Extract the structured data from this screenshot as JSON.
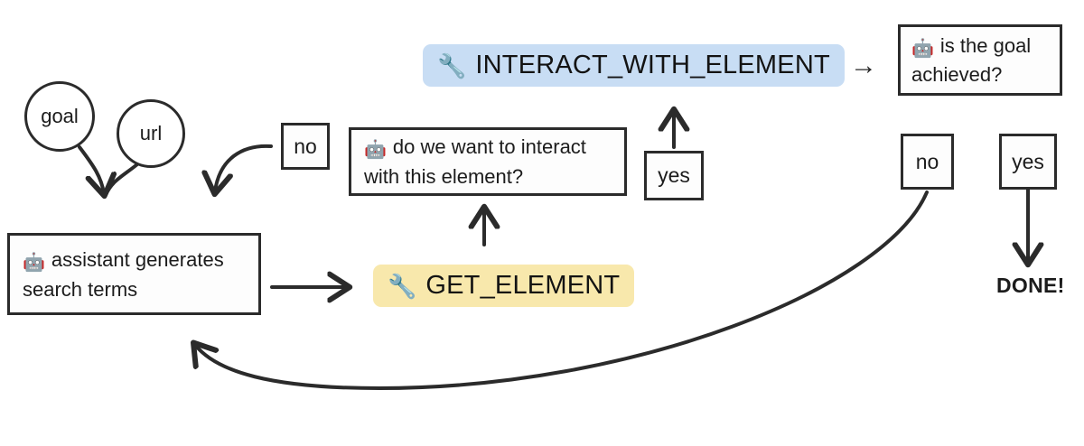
{
  "diagram": {
    "title": "browser agent loop flowchart",
    "background_color": "#ffffff",
    "stroke_color": "#2b2b2b",
    "text_color": "#1c1c1c",
    "accent_blue": "#c8ddf4",
    "accent_yellow": "#f8e8ac"
  },
  "nodes": {
    "goal_circle": {
      "label": "goal"
    },
    "url_circle": {
      "label": "url"
    },
    "assistant_box": {
      "icon": "🤖",
      "label": "assistant generates search terms"
    },
    "get_element_pill": {
      "icon": "🔧",
      "label": "GET_ELEMENT",
      "color": "#f8e8ac"
    },
    "no_label_left": {
      "label": "no"
    },
    "interact_question_box": {
      "icon": "🤖",
      "label": "do we want to interact with this element?"
    },
    "yes_label_mid": {
      "label": "yes"
    },
    "interact_pill": {
      "icon": "🔧",
      "label": "INTERACT_WITH_ELEMENT",
      "color": "#c8ddf4"
    },
    "goal_question_box": {
      "icon": "🤖",
      "label": "is the goal achieved?"
    },
    "no_label_right": {
      "label": "no"
    },
    "yes_label_right": {
      "label": "yes"
    },
    "done_text": {
      "label": "DONE!"
    }
  },
  "connectors": {
    "right_arrow_glyph": "→",
    "edges": [
      {
        "from": "goal_circle",
        "to": "assistant_box",
        "kind": "curved-arrow"
      },
      {
        "from": "url_circle",
        "to": "assistant_box",
        "kind": "curved-arrow"
      },
      {
        "from": "no_label_left",
        "to": "assistant_box",
        "kind": "curved-arrow"
      },
      {
        "from": "assistant_box",
        "to": "get_element_pill",
        "kind": "straight-arrow"
      },
      {
        "from": "get_element_pill",
        "to": "interact_question_box",
        "kind": "up-arrow"
      },
      {
        "from": "yes_label_mid",
        "to": "interact_pill",
        "kind": "up-arrow"
      },
      {
        "from": "interact_pill",
        "to": "goal_question_box",
        "kind": "right-arrow"
      },
      {
        "from": "yes_label_right",
        "to": "done_text",
        "kind": "down-arrow"
      },
      {
        "from": "no_label_right",
        "to": "assistant_box",
        "kind": "long-curved-arrow"
      }
    ]
  }
}
